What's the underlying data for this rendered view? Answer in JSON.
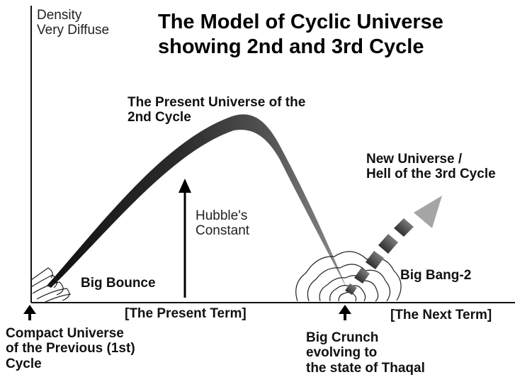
{
  "title": {
    "line1": "The Model of Cyclic Universe",
    "line2": "showing 2nd and 3rd Cycle"
  },
  "y_axis": {
    "line1": "Density",
    "line2": "Very Diffuse"
  },
  "labels": {
    "present_universe_line1": "The Present Universe of the",
    "present_universe_line2": "2nd Cycle",
    "new_universe_line1": "New Universe /",
    "new_universe_line2": "Hell of the 3rd Cycle",
    "hubble_line1": "Hubble's",
    "hubble_line2": "Constant",
    "big_bounce": "Big Bounce",
    "big_bang_2": "Big Bang-2",
    "present_term": "[The Present Term]",
    "next_term": "[The Next Term]",
    "compact_line1": "Compact Universe",
    "compact_line2": "of the Previous (1st)",
    "compact_line3": "Cycle",
    "crunch_line1": "Big Crunch",
    "crunch_line2": "evolving to",
    "crunch_line3": "the state of Thaqal"
  }
}
